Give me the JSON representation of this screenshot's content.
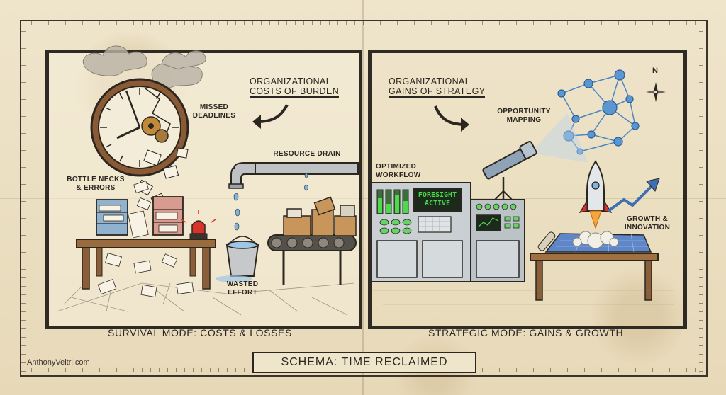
{
  "left_panel": {
    "heading_line1": "Organizational",
    "heading_line2": "Costs of Burden",
    "labels": {
      "missed_deadlines_line1": "Missed",
      "missed_deadlines_line2": "Deadlines",
      "resource_drain": "Resource Drain",
      "bottlenecks_line1": "Bottle Necks",
      "bottlenecks_line2": "& Errors",
      "wasted_effort_line1": "Wasted",
      "wasted_effort_line2": "Effort"
    },
    "caption": "Survival Mode: Costs & Losses"
  },
  "right_panel": {
    "heading_line1": "Organizational",
    "heading_line2": "Gains of Strategy",
    "labels": {
      "opportunity_mapping_line1": "Opportunity",
      "opportunity_mapping_line2": "Mapping",
      "optimized_workflow_line1": "Optimized",
      "optimized_workflow_line2": "Workflow",
      "growth_line1": "Growth &",
      "growth_line2": "Innovation"
    },
    "screen_line1": "FORESIGHT",
    "screen_line2": "ACTIVE",
    "compass": "N",
    "caption": "Strategic Mode: Gains & Growth"
  },
  "title": "Schema: Time Reclaimed",
  "credit": "AnthonyVeltri.com",
  "colors": {
    "ink": "#2b2620",
    "paper": "#ece1c6",
    "alarm_red": "#d8332a",
    "screen_green": "#4cd94c",
    "network_blue": "#4a86c6",
    "blueprint": "#5f86c9"
  }
}
